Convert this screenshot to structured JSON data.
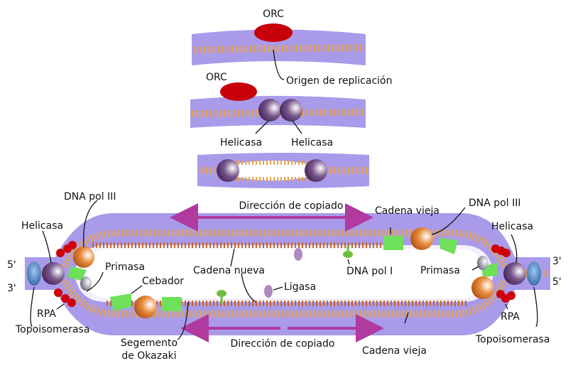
{
  "labels": {
    "orc_top": "ORC",
    "origin": "Origen de replicación",
    "orc_second": "ORC",
    "helicasa_left_top": "Helicasa",
    "helicasa_right_top": "Helicasa",
    "dna_pol3_left": "DNA pol III",
    "dna_pol3_right": "DNA pol III",
    "direction_top": "Dirección de copiado",
    "direction_bottom": "Dirección de copiado",
    "cadena_vieja_top": "Cadena vieja",
    "cadena_vieja_bottom": "Cadena vieja",
    "helicasa_left": "Helicasa",
    "helicasa_right": "Helicasa",
    "five_prime_left": "5'",
    "three_prime_left": "3'",
    "three_prime_right": "3'",
    "five_prime_right": "5'",
    "primasa_left": "Primasa",
    "primasa_right": "Primasa",
    "cadena_nueva": "Cadena nueva",
    "dna_pol1": "DNA pol I",
    "ligasa": "Ligasa",
    "cebador": "Cebador",
    "rpa_left": "RPA",
    "rpa_right": "RPA",
    "topo_left": "Topoisomerasa",
    "topo_right": "Topoisomerasa",
    "okazaki_line1": "Segemento",
    "okazaki_line2": "de Okazaki"
  },
  "colors": {
    "dna_band": "#a99bea",
    "orc": "#c8000a",
    "helicase": "#5a3a6e",
    "polymerase": "#e07a2a",
    "primer": "#6ee05a",
    "arrow": "#b03a9e",
    "rpa": "#d0000a",
    "topoisomerase": "#2a5aa0"
  }
}
